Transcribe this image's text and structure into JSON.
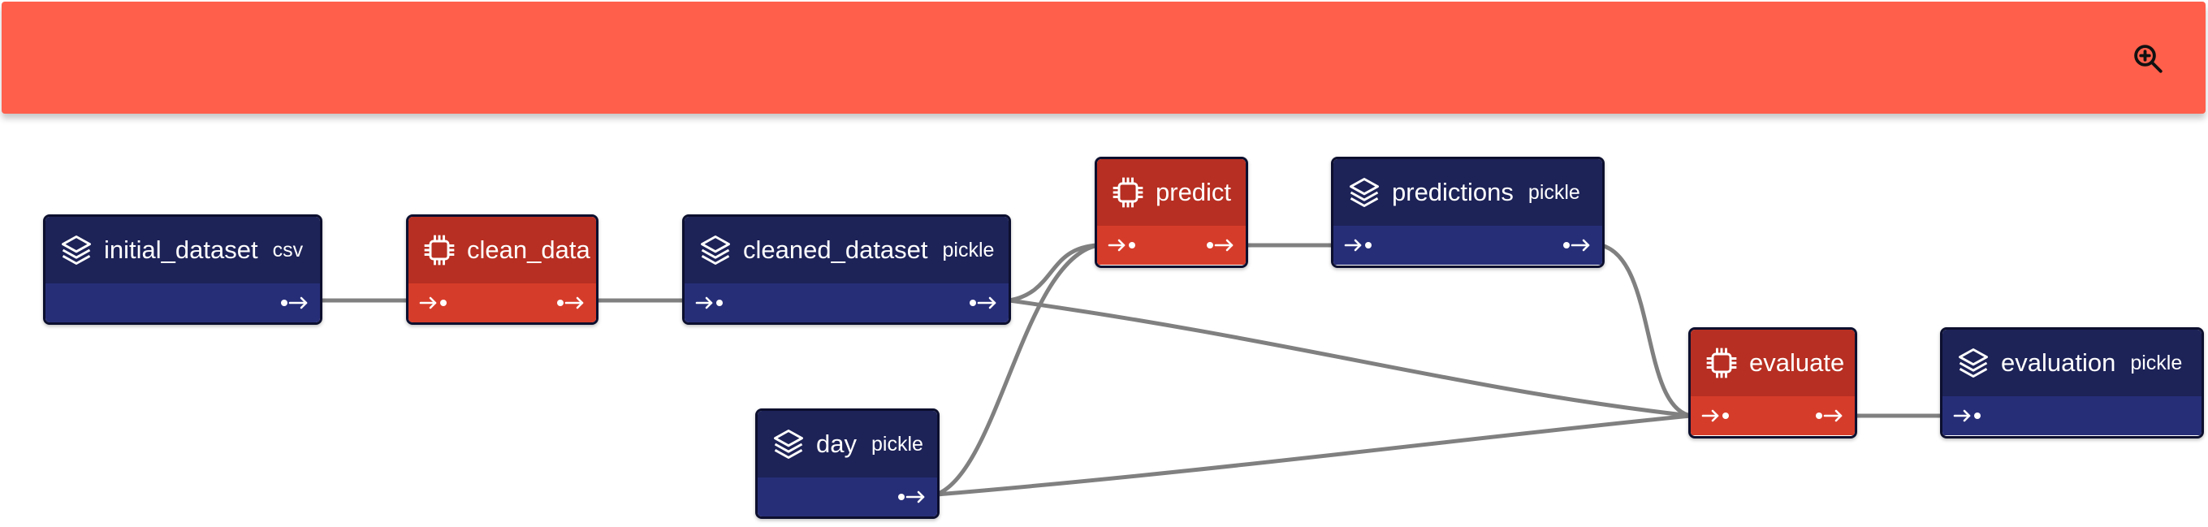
{
  "colors": {
    "header": "#ff5f4b",
    "dataset_head": "#1d2357",
    "dataset_footer": "#272e78",
    "process_head": "#b72f22",
    "process_footer": "#d63c2a",
    "edge": "#808080"
  },
  "header": {
    "zoom_icon": "zoom-in-icon"
  },
  "nodes": [
    {
      "id": "initial_dataset",
      "kind": "dataset",
      "icon": "layers-icon",
      "name": "initial_dataset",
      "format": "csv",
      "ports": [
        "output"
      ]
    },
    {
      "id": "clean_data",
      "kind": "process",
      "icon": "cpu-icon",
      "name": "clean_data",
      "ports": [
        "input",
        "output"
      ]
    },
    {
      "id": "cleaned_dataset",
      "kind": "dataset",
      "icon": "layers-icon",
      "name": "cleaned_dataset",
      "format": "pickle",
      "ports": [
        "input",
        "output"
      ]
    },
    {
      "id": "predict",
      "kind": "process",
      "icon": "cpu-icon",
      "name": "predict",
      "ports": [
        "input",
        "output"
      ]
    },
    {
      "id": "predictions",
      "kind": "dataset",
      "icon": "layers-icon",
      "name": "predictions",
      "format": "pickle",
      "ports": [
        "input",
        "output"
      ]
    },
    {
      "id": "day",
      "kind": "dataset",
      "icon": "layers-icon",
      "name": "day",
      "format": "pickle",
      "ports": [
        "output"
      ]
    },
    {
      "id": "evaluate",
      "kind": "process",
      "icon": "cpu-icon",
      "name": "evaluate",
      "ports": [
        "input",
        "output"
      ]
    },
    {
      "id": "evaluation",
      "kind": "dataset",
      "icon": "layers-icon",
      "name": "evaluation",
      "format": "pickle",
      "ports": [
        "input"
      ]
    }
  ],
  "edges": [
    {
      "from": "initial_dataset",
      "to": "clean_data"
    },
    {
      "from": "clean_data",
      "to": "cleaned_dataset"
    },
    {
      "from": "cleaned_dataset",
      "to": "predict"
    },
    {
      "from": "day",
      "to": "predict"
    },
    {
      "from": "predict",
      "to": "predictions"
    },
    {
      "from": "predictions",
      "to": "evaluate"
    },
    {
      "from": "cleaned_dataset",
      "to": "evaluate"
    },
    {
      "from": "day",
      "to": "evaluate"
    },
    {
      "from": "evaluate",
      "to": "evaluation"
    }
  ]
}
